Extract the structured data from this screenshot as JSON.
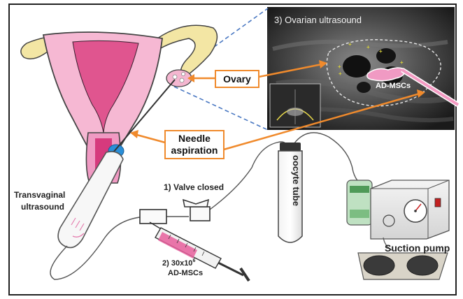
{
  "labels": {
    "ultrasound_title": "3) Ovarian ultrasound",
    "ovary": "Ovary",
    "needle_line1": "Needle",
    "needle_line2": "aspiration",
    "msc_in_us": "AD-MSCs",
    "probe_line1": "Transvaginal",
    "probe_line2": "ultrasound",
    "valve": "1) Valve closed",
    "dose_prefix": "2) 30x10",
    "dose_exp": "6",
    "dose_line2": "AD-MSCs",
    "tube": "oocyte tube",
    "pump": "Suction pump"
  },
  "colors": {
    "callout_orange": "#f08a2c",
    "uterus_pink": "#e8559a",
    "uterus_light": "#f6b8d3",
    "tube_yellow": "#f3e6a4",
    "guide_blue": "#4a78c2",
    "probe_blue": "#2a8fd8"
  }
}
